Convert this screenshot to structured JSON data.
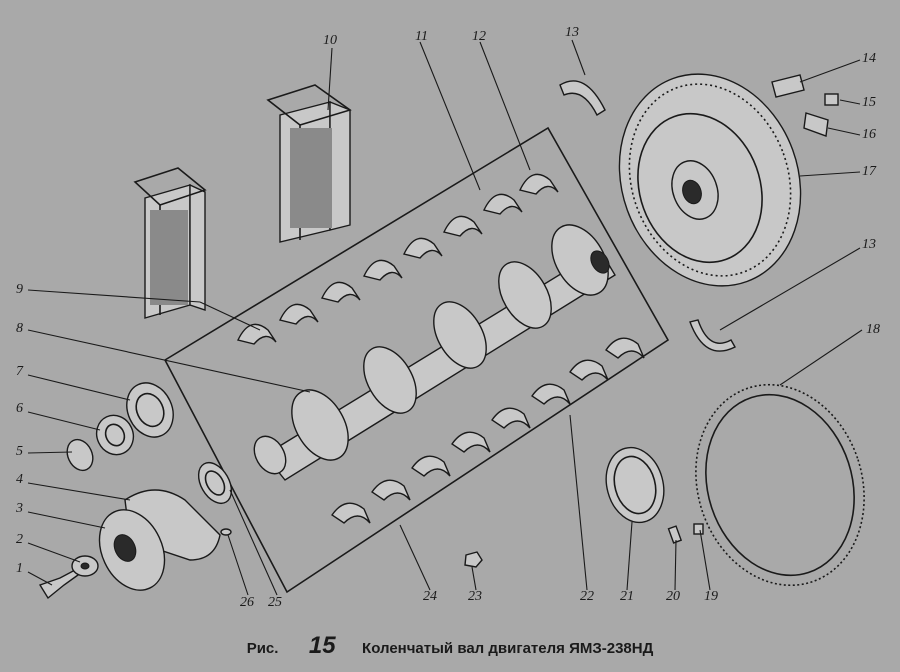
{
  "caption": {
    "prefix": "Рис.",
    "number": "15",
    "title": "Коленчатый вал двигателя ЯМЗ-238НД"
  },
  "callouts": [
    "1",
    "2",
    "3",
    "4",
    "5",
    "6",
    "7",
    "8",
    "9",
    "10",
    "11",
    "12",
    "13",
    "14",
    "15",
    "16",
    "17",
    "13",
    "18",
    "19",
    "20",
    "21",
    "22",
    "23",
    "24",
    "25",
    "26"
  ]
}
